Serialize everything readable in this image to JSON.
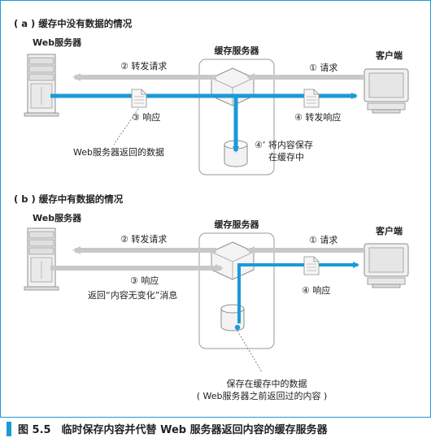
{
  "colors": {
    "forward_arrow": "#1b9ad8",
    "request_arrow": "#c8c8c8",
    "box_border": "#9a9a9a",
    "caption_accent": "#1d9ad6",
    "frame_border": "#1d9ad6"
  },
  "icons": [
    "web-server-tower-icon",
    "cache-server-cube-icon",
    "client-pc-icon",
    "document-icon",
    "storage-cylinder-icon"
  ],
  "section_a": {
    "title": "( a ) 缓存中没有数据的情况",
    "web_server_label": "Web服务器",
    "cache_server_label": "缓存服务器",
    "client_label": "客户端",
    "step1": "① 请求",
    "step2": "② 转发请求",
    "step3": "③ 响应",
    "step4": "④ 转发响应",
    "step4p_line1": "④’ 将内容保存",
    "step4p_line2": "在缓存中",
    "web_data_note": "Web服务器返回的数据"
  },
  "section_b": {
    "title": "( b ) 缓存中有数据的情况",
    "web_server_label": "Web服务器",
    "cache_server_label": "缓存服务器",
    "client_label": "客户端",
    "step1": "① 请求",
    "step2": "② 转发请求",
    "step3": "③ 响应",
    "step4": "④ 响应",
    "no_change_note": "返回“内容无变化”消息",
    "cache_data_line1": "保存在缓存中的数据",
    "cache_data_line2": "( Web服务器之前返回过的内容 )"
  },
  "caption": "图 5.5　临时保存内容并代替 Web 服务器返回内容的缓存服务器"
}
